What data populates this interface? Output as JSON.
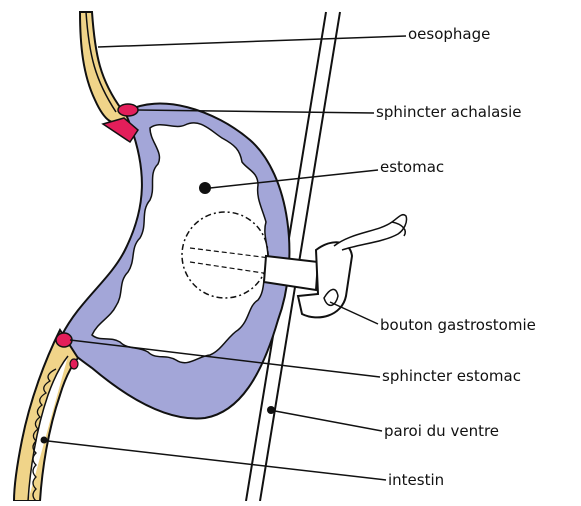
{
  "labels": {
    "oesophagus": "oesophage",
    "achalasia_sphincter": "sphincter achalasie",
    "stomach": "estomac",
    "gastrostomy_button": "bouton gastrostomie",
    "stomach_sphincter": "sphincter estomac",
    "abdominal_wall": "paroi du ventre",
    "intestine": "intestin"
  },
  "colors": {
    "stomach_wall": "#a3a6d8",
    "tube_wall": "#f0d489",
    "sphincter": "#e31e5a",
    "outline": "#111111",
    "background": "#ffffff"
  }
}
